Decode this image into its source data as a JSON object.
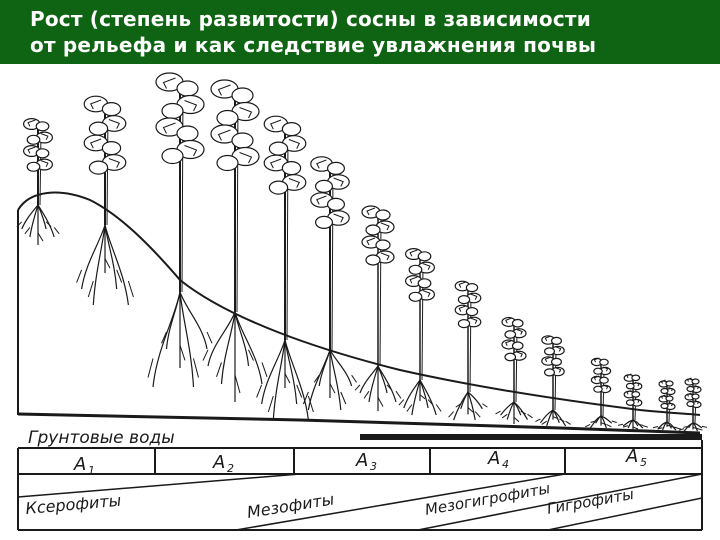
{
  "title": {
    "line1": "Рост (степень развитости) сосны в зависимости",
    "line2": "от рельефа и как следствие увлажнения почвы"
  },
  "diagram": {
    "groundwater_label": "Грунтовые воды",
    "zones": [
      {
        "letter": "A",
        "index": "1"
      },
      {
        "letter": "A",
        "index": "2"
      },
      {
        "letter": "A",
        "index": "3"
      },
      {
        "letter": "A",
        "index": "4"
      },
      {
        "letter": "A",
        "index": "5"
      }
    ],
    "plant_groups": [
      "Ксерофиты",
      "Мезофиты",
      "Мезогигрофиты",
      "Гигрофиты"
    ]
  },
  "colors": {
    "title_background": "#0f6414",
    "title_text": "#ffffff",
    "ink": "#1a1a1a",
    "page": "#ffffff"
  }
}
